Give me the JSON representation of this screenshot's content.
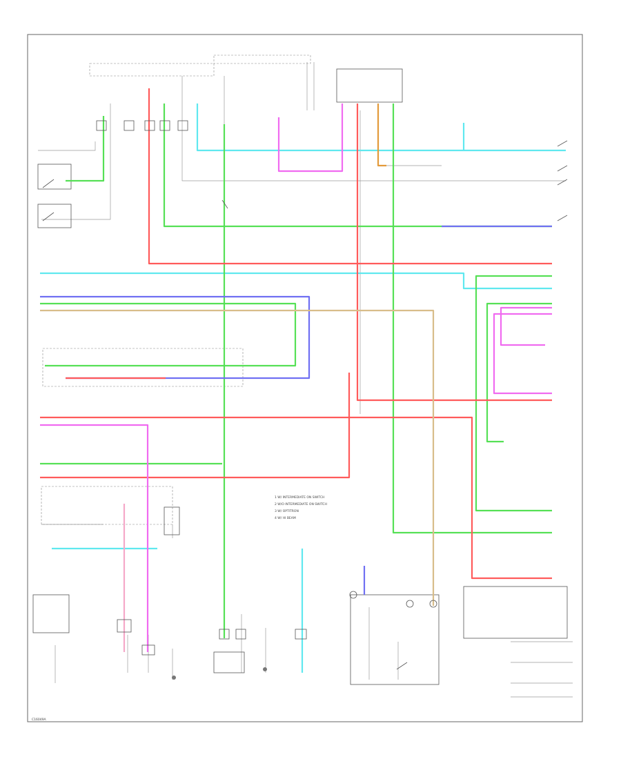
{
  "diagram": {
    "code": "C16049A",
    "legend": {
      "items": [
        "1  W/ INTERMEDIATE ON SWITCH",
        "2  W/O INTERMEDIATE ON SWITCH",
        "3  W/ OPTITRON",
        "4  W/ HI BEAM"
      ]
    },
    "wire_colors": {
      "red": "#ff5a5a",
      "green": "#55e055",
      "cyan": "#5fe8ef",
      "blue": "#6f6ff2",
      "magenta": "#f06af0",
      "orange": "#e39a3a",
      "tan": "#d8bd8a",
      "pink": "#f5a8c8",
      "gray": "#8c8c8c"
    }
  }
}
